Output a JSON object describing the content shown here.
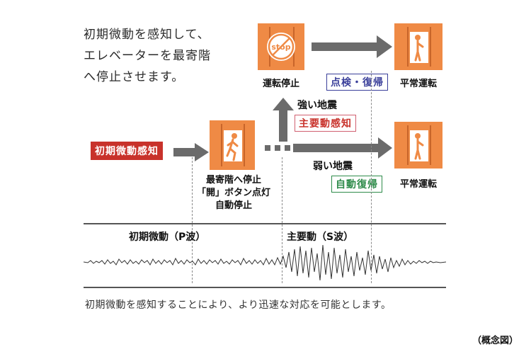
{
  "intro_text": "初期微動を感知して、\nエレベーターを最寄階\nへ停止させます。",
  "start_badge": "初期微動感知",
  "middle_panel": {
    "caption_lines": [
      "最寄階へ停止",
      "「開」ボタン点灯",
      "自動停止"
    ]
  },
  "top_panel": {
    "sign_text": "stop",
    "caption": "運転停止"
  },
  "strong_branch": {
    "label": "強い地震",
    "sub_badge": "主要動感知"
  },
  "weak_branch": {
    "label": "弱い地震",
    "recovery_badge": "自動復帰"
  },
  "inspection_badge": "点検・復帰",
  "normal_op_top": "平常運転",
  "normal_op_bottom": "平常運転",
  "wave": {
    "p_wave_label": "初期微動（P波）",
    "s_wave_label": "主要動（S波）"
  },
  "footer_text": "初期微動を感知することにより、より迅速な対応を可能とします。",
  "caption": "（概念図）",
  "colors": {
    "panel": "#ef8a45",
    "badge_red": "#c8322b",
    "inspection_blue": "#3a3f9a",
    "recovery_green": "#2e8b4a",
    "arrow_gray": "#6b6b6b"
  }
}
